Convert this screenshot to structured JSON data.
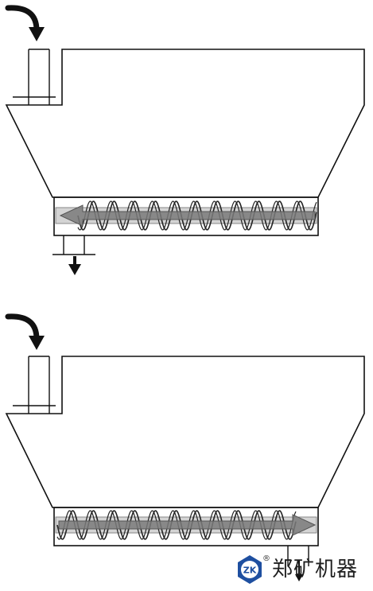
{
  "logo": {
    "badge_text": "ZK",
    "company_name": "郑矿机器",
    "registered_mark": "®"
  },
  "colors": {
    "line": "#111111",
    "arrow_fill": "#7a7a7a",
    "arrow_outline": "#555555",
    "channel": "#d2d2d2",
    "logo_blue": "#1e4fa0",
    "inlet_arrow": "#111111"
  },
  "icons": [
    "inlet-arrow-icon",
    "outlet-arrow-icon",
    "flow-direction-arrow-icon",
    "logo-badge-icon"
  ],
  "diagrams": [
    {
      "conveying_direction": "left",
      "outlet_side": "left"
    },
    {
      "conveying_direction": "right",
      "outlet_side": "right"
    }
  ]
}
